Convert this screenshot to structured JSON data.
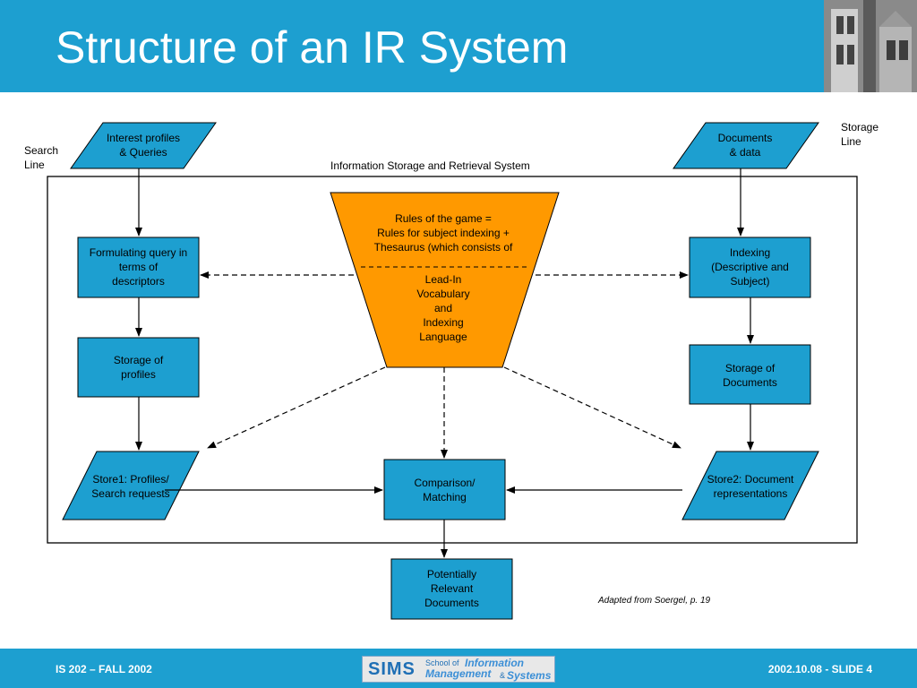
{
  "slide": {
    "title": "Structure of an IR System",
    "footer_left": "IS 202 – FALL 2002",
    "footer_right": "2002.10.08 - SLIDE 4",
    "logo": {
      "sims": "SIMS",
      "school_of": "School of",
      "information": "Information",
      "management": "Management",
      "amp": "&",
      "systems": "Systems"
    }
  },
  "diagram": {
    "system_label": "Information Storage and Retrieval System",
    "search_line": [
      "Search",
      "Line"
    ],
    "storage_line": [
      "Storage",
      "Line"
    ],
    "nodes": {
      "interest_profiles": [
        "Interest profiles",
        "& Queries"
      ],
      "documents": [
        "Documents",
        "& data"
      ],
      "formulating_query": [
        "Formulating query in",
        "terms of",
        "descriptors"
      ],
      "indexing": [
        "Indexing",
        "(Descriptive and",
        "Subject)"
      ],
      "rules_top": [
        "Rules of the game =",
        "Rules for subject indexing +",
        "Thesaurus (which consists of"
      ],
      "rules_bottom": [
        "Lead-In",
        "Vocabulary",
        "and",
        "Indexing",
        "Language"
      ],
      "storage_profiles": [
        "Storage of",
        "profiles"
      ],
      "storage_documents": [
        "Storage of",
        "Documents"
      ],
      "store1": [
        "Store1: Profiles/",
        "Search requests"
      ],
      "comparison": [
        "Comparison/",
        "Matching"
      ],
      "store2": [
        "Store2: Document",
        "representations"
      ],
      "relevant": [
        "Potentially",
        "Relevant",
        "Documents"
      ]
    },
    "attribution": "Adapted from Soergel,  p. 19"
  },
  "colors": {
    "header": "#1d9fd0",
    "node_fill": "#1d9fd0",
    "funnel_fill": "#ff9900"
  }
}
